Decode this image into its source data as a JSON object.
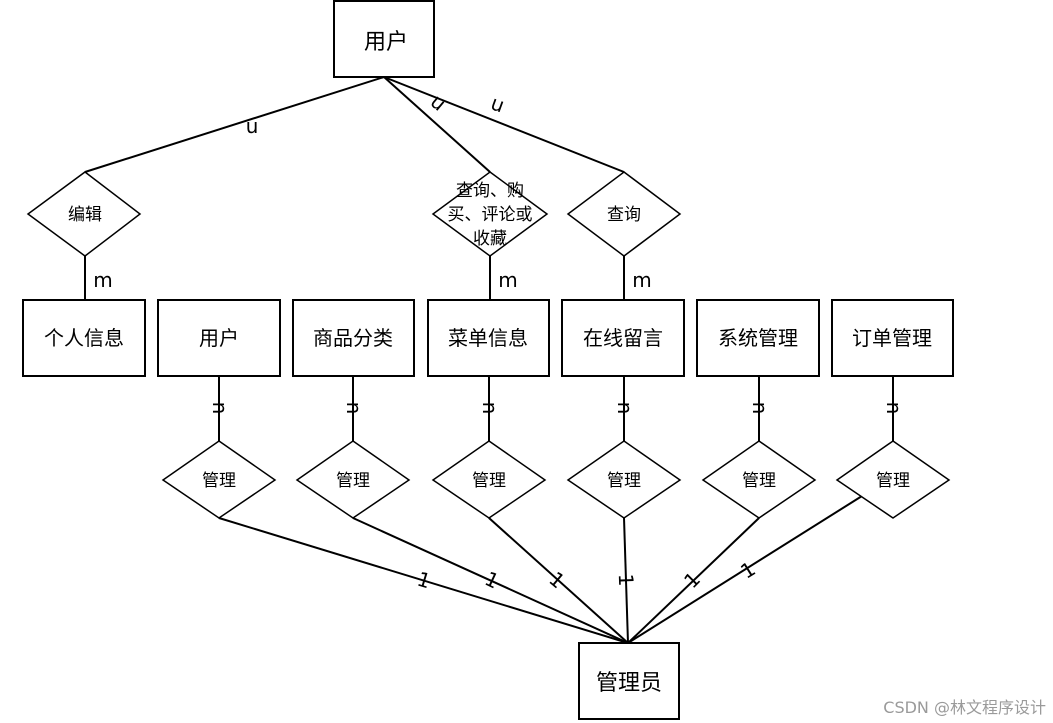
{
  "entities": {
    "user_top": "用户",
    "personal_info": "个人信息",
    "user": "用户",
    "category": "商品分类",
    "menu_info": "菜单信息",
    "message": "在线留言",
    "system_mgmt": "系统管理",
    "order_mgmt": "订单管理",
    "admin": "管理员"
  },
  "relationships": {
    "edit": "编辑",
    "query_buy_line1": "查询、购",
    "query_buy_line2": "买、评论或",
    "query_buy_line3": "收藏",
    "query": "查询",
    "manage": "管理"
  },
  "cardinality": {
    "n": "n",
    "m": "m",
    "one": "1"
  },
  "watermark": "CSDN @林文程序设计"
}
